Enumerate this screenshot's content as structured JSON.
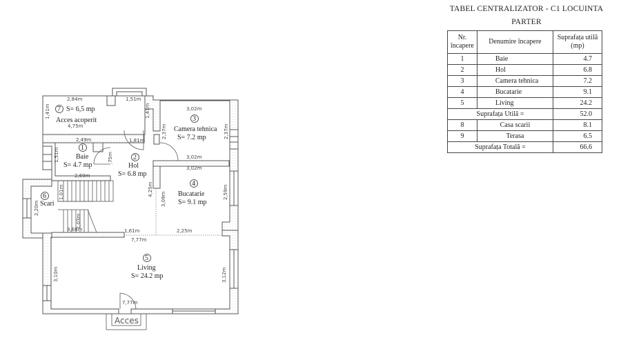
{
  "table": {
    "title_line1": "TABEL CENTRALIZATOR - C1 LOCUINTA",
    "title_line2": "PARTER",
    "headers": {
      "nr": "Nr. încapere",
      "denumire": "Denumire încapere",
      "suprafata": "Suprafața utilă (mp)"
    },
    "rows": [
      {
        "nr": "1",
        "name": "Baie",
        "area": "4.7"
      },
      {
        "nr": "2",
        "name": "Hol",
        "area": "6.8"
      },
      {
        "nr": "3",
        "name": "Camera tehnica",
        "area": "7.2"
      },
      {
        "nr": "4",
        "name": "Bucatarie",
        "area": "9.1"
      },
      {
        "nr": "5",
        "name": "Living",
        "area": "24.2"
      }
    ],
    "subtotal": {
      "label": "Suprafața Utilă  =",
      "value": "52.0"
    },
    "extra_rows": [
      {
        "nr": "8",
        "name": "Casa scarii",
        "area": "8.1"
      },
      {
        "nr": "9",
        "name": "Terasa",
        "area": "6.5"
      }
    ],
    "total": {
      "label": "Suprafața Totală =",
      "value": "66.6"
    }
  },
  "plan": {
    "rooms": [
      {
        "num": "1",
        "name": "Baie",
        "area": "S= 4.7 mp"
      },
      {
        "num": "2",
        "name": "Hol",
        "area": "S= 6.8 mp"
      },
      {
        "num": "3",
        "name": "Camera tehnica",
        "area": "S= 7.2 mp"
      },
      {
        "num": "4",
        "name": "Bucatarie",
        "area": "S= 9.1 mp"
      },
      {
        "num": "5",
        "name": "Living",
        "area": "S= 24.2 mp"
      },
      {
        "num": "6",
        "name": "Scari",
        "area": ""
      },
      {
        "num": "7",
        "name": "Acces acoperit",
        "area": "S= 6,5 mp"
      }
    ],
    "entrance_label": "Acces",
    "dimensions": {
      "d_284": "2,84m",
      "d_151": "1,51m",
      "d_141a": "1,41m",
      "d_141b": "1,41m",
      "d_475": "4,75m",
      "d_249": "2,49m",
      "d_181": "1,81m",
      "d_151b": "1,51m",
      "d_75": ",75m",
      "d_269": "2,69m",
      "d_302a": "3,02m",
      "d_237a": "2,37m",
      "d_237b": "2,37m",
      "d_302b": "3,02m",
      "d_302c": "3,02m",
      "d_425": "4,25m",
      "d_309": "3,09m",
      "d_259": "2,59m",
      "d_101": "1,01m",
      "d_220": "2,20m",
      "d_103": "1,03m",
      "d_368": "3,68m",
      "d_161": "1,61m",
      "d_225": "2,25m",
      "d_777a": "7,77m",
      "d_310": "3,10m",
      "d_312": "3,12m",
      "d_777b": "7,77m"
    }
  }
}
